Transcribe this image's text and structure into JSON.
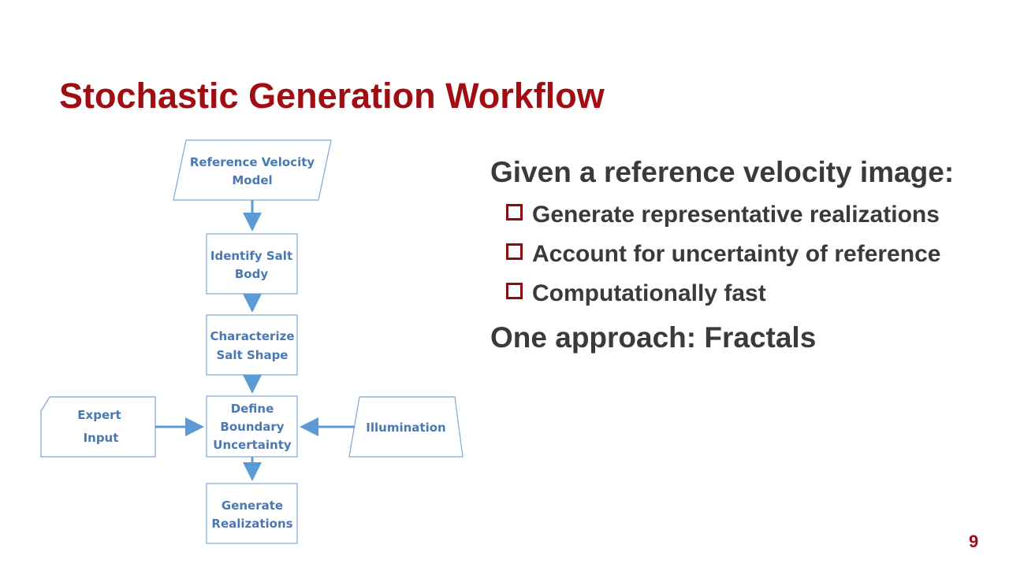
{
  "slide": {
    "title": "Stochastic Generation Workflow",
    "page_number": "9"
  },
  "diagram": {
    "nodes": {
      "reference": [
        "Reference Velocity",
        "Model"
      ],
      "identify": [
        "Identify Salt",
        "Body"
      ],
      "characterize": [
        "Characterize",
        "Salt Shape"
      ],
      "define": [
        "Define",
        "Boundary",
        "Uncertainty"
      ],
      "generate": [
        "Generate",
        "Realizations"
      ],
      "expert": [
        "Expert",
        "Input"
      ],
      "illumination": [
        "Illumination"
      ]
    },
    "colors": {
      "border": "#7fa7d4",
      "text": "#4a78b3",
      "arrow": "#5b9bd5"
    }
  },
  "content": {
    "heading": "Given a reference velocity image:",
    "bullets": [
      "Generate representative realizations",
      "Account for uncertainty of reference",
      "Computationally fast"
    ],
    "closing": "One approach: Fractals"
  },
  "colors": {
    "title": "#a00d12",
    "body_text": "#3a3a3a",
    "bullet_box": "#8b0d12"
  }
}
